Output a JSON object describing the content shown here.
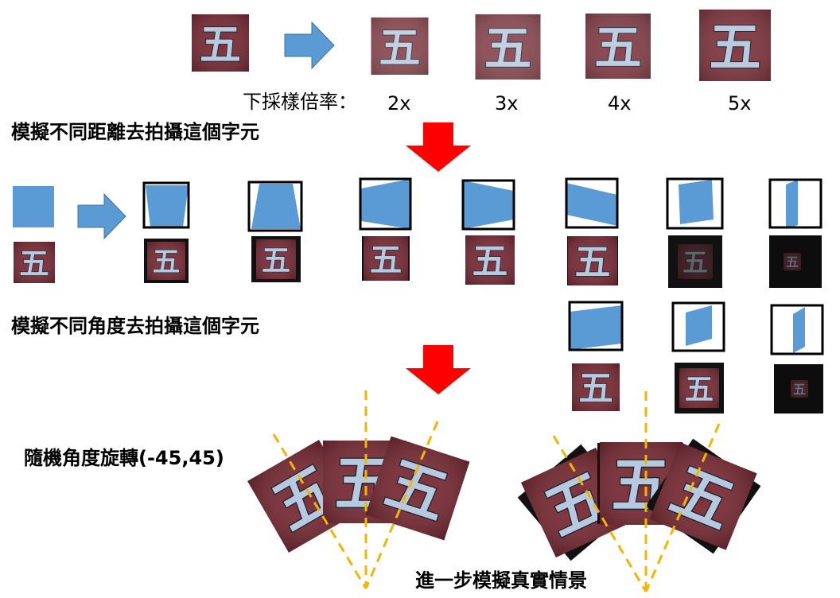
{
  "colors": {
    "shape_fill": "#5b9bd5",
    "card_red": "#7a2a33",
    "card_dark": "#4a2226",
    "arrow_red": "#ff0000",
    "guide_yellow": "#f5b400"
  },
  "glyph": "五",
  "downsample": {
    "label": "下採樣倍率：",
    "rates": [
      "2x",
      "3x",
      "4x",
      "5x"
    ]
  },
  "captions": {
    "distance": "模擬不同距離去拍攝這個字元",
    "angle": "模擬不同角度去拍攝這個字元",
    "rotation": "隨機角度旋轉(-45,45)",
    "real_scene": "進一步模擬真實情景"
  }
}
